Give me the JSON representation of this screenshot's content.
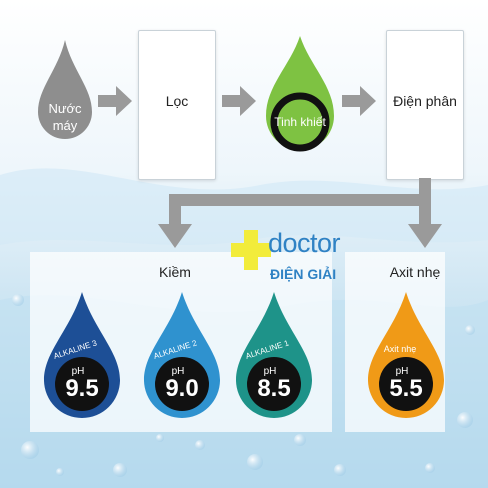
{
  "flow": {
    "source": "Nước\nmáy",
    "filter": "Lọc",
    "pure": "Tinh khiết",
    "electrolysis": "Điện phân"
  },
  "branches": {
    "alkaline_title": "Kiềm",
    "acid_title": "Axit nhẹ"
  },
  "brand": {
    "name": "doctor",
    "subtitle": "ĐIỆN GIẢI"
  },
  "drops": [
    {
      "label": "ALKALINE 3",
      "ph_label": "pH",
      "value": "9.5",
      "color": "#1d4f96"
    },
    {
      "label": "ALKALINE 2",
      "ph_label": "pH",
      "value": "9.0",
      "color": "#2f92cf"
    },
    {
      "label": "ALKALINE 1",
      "ph_label": "pH",
      "value": "8.5",
      "color": "#1e9389"
    },
    {
      "label": "Axit nhẹ",
      "ph_label": "pH",
      "value": "5.5",
      "color": "#f09a17"
    }
  ],
  "colors": {
    "source_drop": "#8e8e8e",
    "pure_drop": "#7ec242",
    "arrow": "#9a9a9a",
    "brand_blue": "#2f82c4",
    "brand_cross": "#f2ec3b"
  }
}
